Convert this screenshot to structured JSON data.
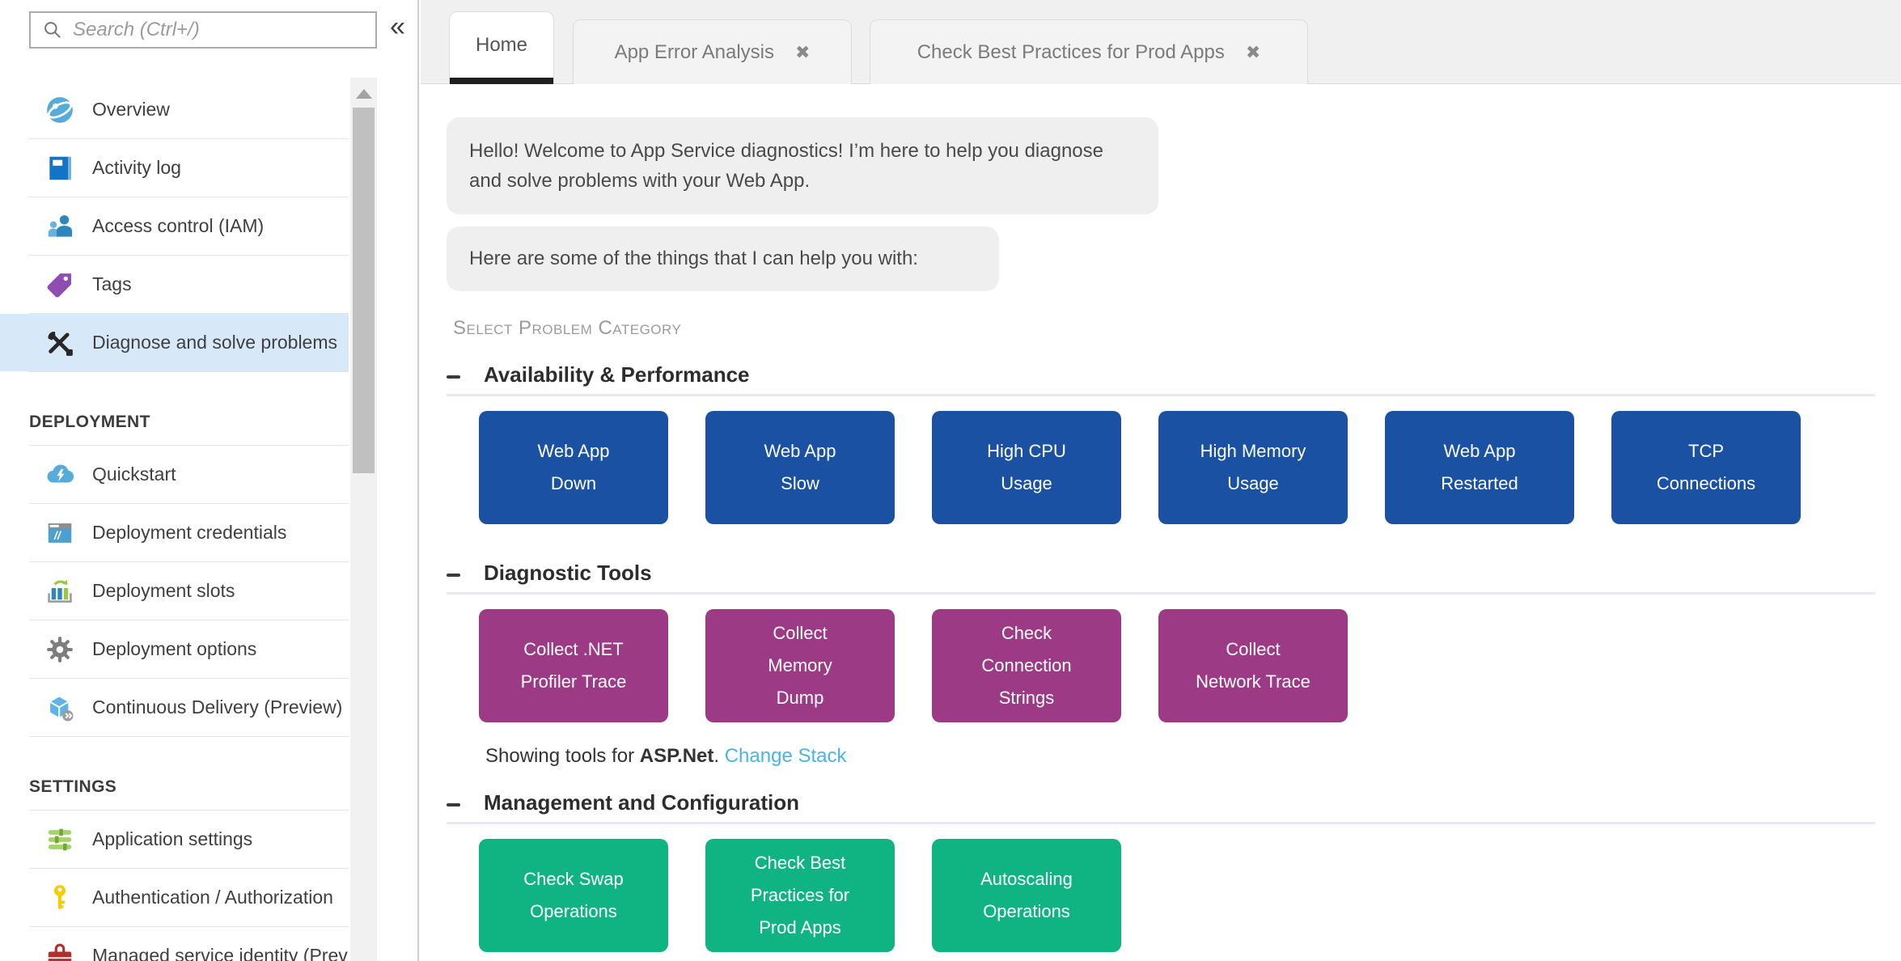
{
  "sidebar": {
    "search_placeholder": "Search (Ctrl+/)",
    "collapse_icon": "«",
    "groups": [
      {
        "header": "",
        "items": [
          {
            "label": "Overview",
            "icon": "globe-icon",
            "selected": false
          },
          {
            "label": "Activity log",
            "icon": "book-icon",
            "selected": false
          },
          {
            "label": "Access control (IAM)",
            "icon": "people-icon",
            "selected": false
          },
          {
            "label": "Tags",
            "icon": "tag-icon",
            "selected": false
          },
          {
            "label": "Diagnose and solve problems",
            "icon": "tools-icon",
            "selected": true
          }
        ]
      },
      {
        "header": "DEPLOYMENT",
        "items": [
          {
            "label": "Quickstart",
            "icon": "cloud-lightning-icon",
            "selected": false
          },
          {
            "label": "Deployment credentials",
            "icon": "browser-icon",
            "selected": false
          },
          {
            "label": "Deployment slots",
            "icon": "slots-chart-icon",
            "selected": false
          },
          {
            "label": "Deployment options",
            "icon": "gear-icon",
            "selected": false
          },
          {
            "label": "Continuous Delivery (Preview)",
            "icon": "package-icon",
            "selected": false
          }
        ]
      },
      {
        "header": "SETTINGS",
        "items": [
          {
            "label": "Application settings",
            "icon": "sliders-icon",
            "selected": false
          },
          {
            "label": "Authentication / Authorization",
            "icon": "key-icon",
            "selected": false
          },
          {
            "label": "Managed service identity (Prev",
            "icon": "briefcase-icon",
            "selected": false
          }
        ]
      }
    ]
  },
  "tabs": [
    {
      "label": "Home",
      "active": true,
      "closable": false
    },
    {
      "label": "App Error Analysis",
      "active": false,
      "closable": true
    },
    {
      "label": "Check Best Practices for Prod Apps",
      "active": false,
      "closable": true
    }
  ],
  "icons": {
    "close": "✖"
  },
  "chat": {
    "message1": "Hello! Welcome to App Service diagnostics! I’m here to help you diagnose and solve problems with your Web App.",
    "message2": "Here are some of the things that I can help you with:"
  },
  "category_label": "Select Problem Category",
  "sections": [
    {
      "title": "Availability & Performance",
      "color": "#1b51a3",
      "tiles": [
        {
          "label": "Web App\nDown"
        },
        {
          "label": "Web App\nSlow"
        },
        {
          "label": "High CPU\nUsage"
        },
        {
          "label": "High Memory\nUsage"
        },
        {
          "label": "Web App\nRestarted"
        },
        {
          "label": "TCP\nConnections"
        }
      ]
    },
    {
      "title": "Diagnostic Tools",
      "color": "#9c3a85",
      "tiles": [
        {
          "label": "Collect .NET\nProfiler Trace"
        },
        {
          "label": "Collect\nMemory\nDump"
        },
        {
          "label": "Check\nConnection\nStrings"
        },
        {
          "label": "Collect\nNetwork Trace"
        }
      ]
    },
    {
      "title": "Management and Configuration",
      "color": "#10b483",
      "tiles": [
        {
          "label": "Check Swap\nOperations"
        },
        {
          "label": "Check Best\nPractices for\nProd Apps"
        },
        {
          "label": "Autoscaling\nOperations"
        }
      ]
    }
  ],
  "stack_note": {
    "prefix": "Showing tools for ",
    "stack": "ASP.Net",
    "separator": ". ",
    "link": "Change Stack"
  },
  "colors": {
    "selected_item_bg": "#d7e9f9",
    "link": "#4ab4e4",
    "active_tab_bar": "#1f1f1f",
    "tile_blue": "#1b51a3",
    "tile_purple": "#9c3a85",
    "tile_green": "#10b483"
  }
}
